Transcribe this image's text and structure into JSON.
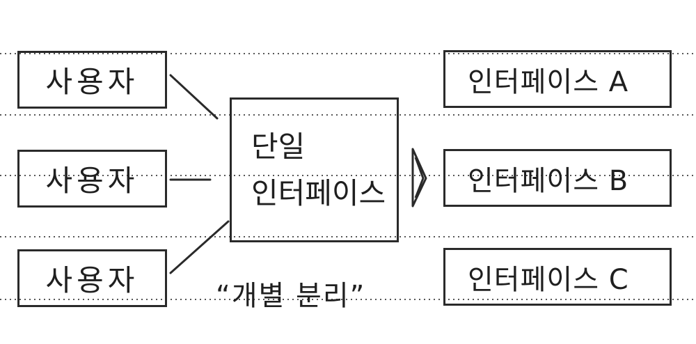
{
  "users": [
    {
      "label": "사용자"
    },
    {
      "label": "사용자"
    },
    {
      "label": "사용자"
    }
  ],
  "single_interface": {
    "line1": "단일",
    "line2": "인터페이스"
  },
  "interfaces": [
    {
      "label": "인터페이스 A"
    },
    {
      "label": "인터페이스 B"
    },
    {
      "label": "인터페이스 C"
    }
  ],
  "caption": "“개별 분리”"
}
